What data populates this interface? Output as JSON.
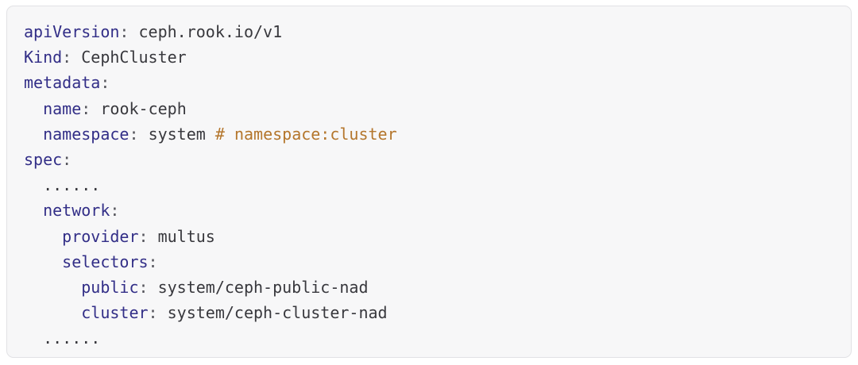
{
  "panel": {
    "background": "#f7f7f8",
    "border_color": "#e2e2e5",
    "page_background": "#ffffff"
  },
  "colors": {
    "key": "#322e87",
    "punctuation": "#55555c",
    "value": "#38383d",
    "comment": "#b4762c"
  },
  "code": {
    "language": "yaml",
    "lines": [
      {
        "indent": 0,
        "key": "apiVersion",
        "value": "ceph.rook.io/v1"
      },
      {
        "indent": 0,
        "key": "Kind",
        "value": "CephCluster"
      },
      {
        "indent": 0,
        "key": "metadata",
        "value": ""
      },
      {
        "indent": 2,
        "key": "name",
        "value": "rook-ceph"
      },
      {
        "indent": 2,
        "key": "namespace",
        "value": "system",
        "comment": "# namespace:cluster"
      },
      {
        "indent": 0,
        "key": "spec",
        "value": ""
      },
      {
        "indent": 2,
        "ellipsis": "......"
      },
      {
        "indent": 2,
        "key": "network",
        "value": ""
      },
      {
        "indent": 4,
        "key": "provider",
        "value": "multus"
      },
      {
        "indent": 4,
        "key": "selectors",
        "value": ""
      },
      {
        "indent": 6,
        "key": "public",
        "value": "system/ceph-public-nad"
      },
      {
        "indent": 6,
        "key": "cluster",
        "value": "system/ceph-cluster-nad"
      },
      {
        "indent": 2,
        "ellipsis": "......"
      }
    ]
  }
}
